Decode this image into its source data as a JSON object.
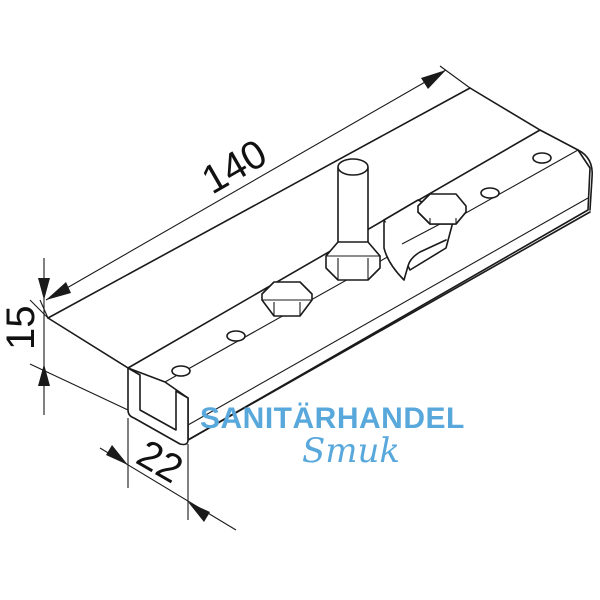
{
  "dimensions": {
    "length": "140",
    "height": "15",
    "width": "22"
  },
  "watermark": {
    "line1": "SANITÄRHANDEL",
    "line2": "Smuk",
    "color": "#58a8dc"
  },
  "colors": {
    "line": "#1a1a1a",
    "background": "#ffffff"
  }
}
